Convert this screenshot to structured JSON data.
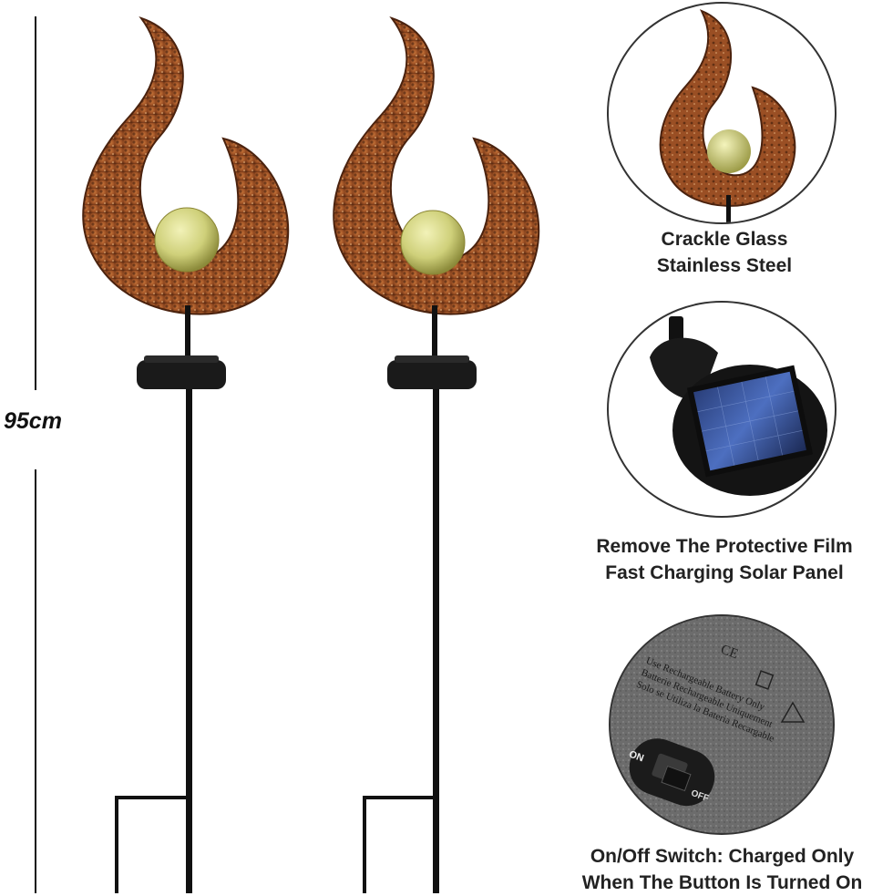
{
  "height_label": "95cm",
  "detail_circles": [
    {
      "caption_lines": [
        "Crackle Glass",
        "Stainless Steel"
      ]
    },
    {
      "caption_lines": [
        "Remove The Protective Film",
        "Fast Charging Solar Panel"
      ]
    },
    {
      "caption_lines": [
        "On/Off Switch: Charged Only",
        "When The Button Is Turned On"
      ]
    }
  ],
  "battery_label": {
    "lines": [
      "Use Rechargeable Battery Only",
      "Batterie Rechargeable Uniquement",
      "Solo se Utiliza la Bateria Recargable"
    ],
    "switch_on": "ON",
    "switch_off": "OFF"
  },
  "colors": {
    "copper": "#a0562b",
    "copper_dark": "#5e2c12",
    "glass": "#d9d98a",
    "stake": "#111111"
  }
}
